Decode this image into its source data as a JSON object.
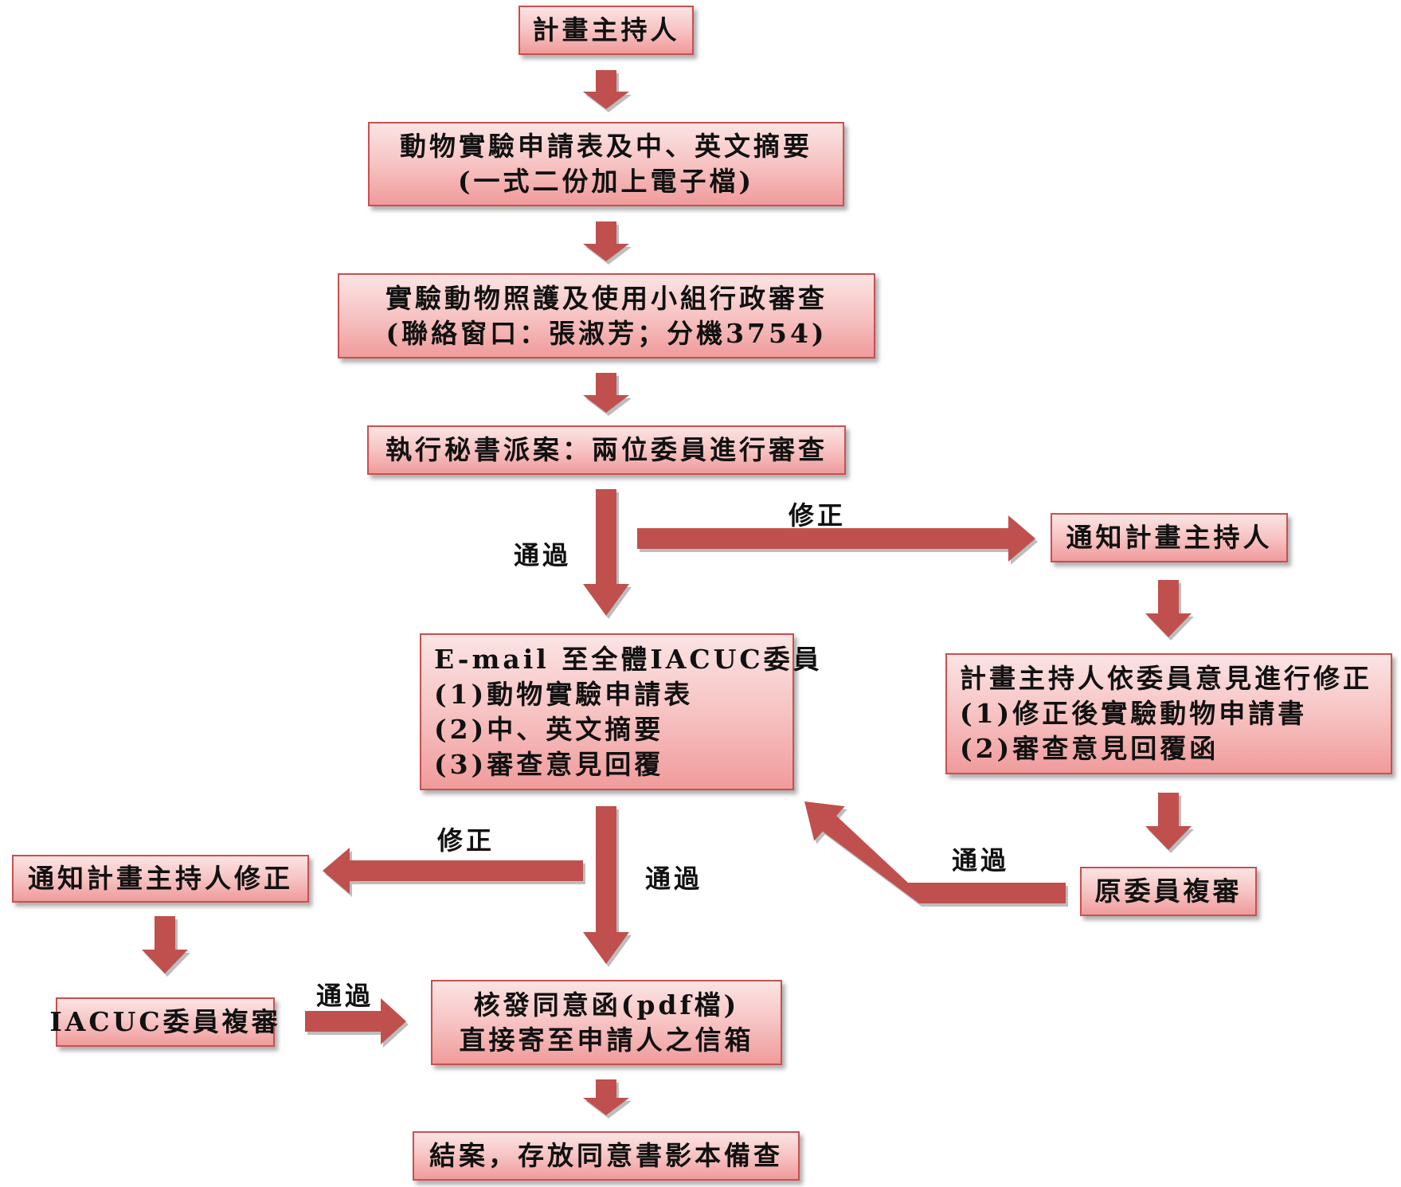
{
  "colors": {
    "arrow": "#c0504d",
    "arrow_shadow": "#bdbdbd",
    "box_border": "#c9504f",
    "box_fill_top": "#fbe4e4",
    "box_fill_bottom": "#f09b9b"
  },
  "nodes": {
    "pi": {
      "lines": [
        "計畫主持人"
      ]
    },
    "application": {
      "lines": [
        "動物實驗申請表及中、英文摘要",
        "(一式二份加上電子檔)"
      ]
    },
    "admin_review": {
      "lines": [
        "實驗動物照護及使用小組行政審查",
        "(聯絡窗口：張淑芳；分機3754)"
      ]
    },
    "assign": {
      "lines": [
        "執行秘書派案：兩位委員進行審查"
      ]
    },
    "notify_pi": {
      "lines": [
        "通知計畫主持人"
      ]
    },
    "email_all": {
      "lines": [
        "E-mail 至全體IACUC委員",
        "(1)動物實驗申請表",
        "(2)中、英文摘要",
        "(3)審查意見回覆"
      ]
    },
    "pi_revise": {
      "lines": [
        "計畫主持人依委員意見進行修正",
        "(1)修正後實驗動物申請書",
        "(2)審查意見回覆函"
      ]
    },
    "notify_pi_revise": {
      "lines": [
        "通知計畫主持人修正"
      ]
    },
    "orig_rereview": {
      "lines": [
        "原委員複審"
      ]
    },
    "iacuc_rereview": {
      "lines": [
        "IACUC委員複審"
      ]
    },
    "approval": {
      "lines": [
        "核發同意函(pdf檔)",
        "直接寄至申請人之信箱"
      ]
    },
    "close": {
      "lines": [
        "結案，存放同意書影本備查"
      ]
    }
  },
  "edge_labels": {
    "assign_revise": "修正",
    "assign_pass": "通過",
    "email_revise": "修正",
    "email_pass": "通過",
    "rereview_pass": "通過",
    "iacuc_pass": "通過"
  }
}
